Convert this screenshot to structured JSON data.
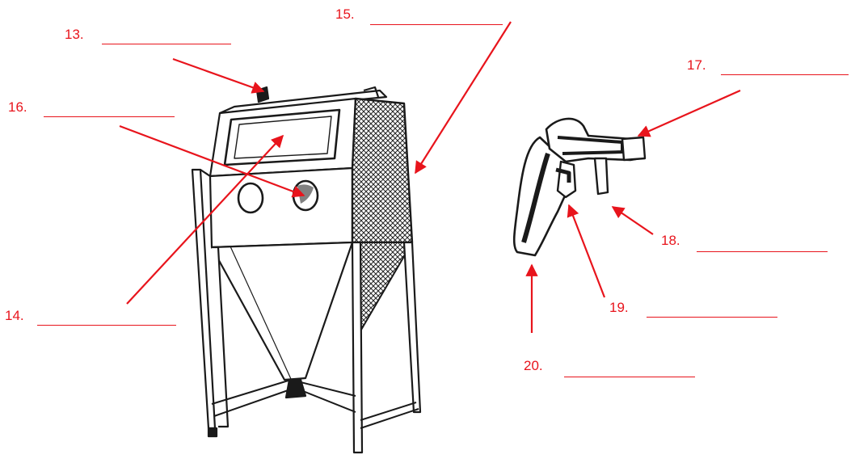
{
  "diagram": {
    "callouts": [
      {
        "id": "c13",
        "number": "13.",
        "target": "cabinet-lid-hinge"
      },
      {
        "id": "c14",
        "number": "14.",
        "target": "viewing-window"
      },
      {
        "id": "c15",
        "number": "15.",
        "target": "side-filter-panel"
      },
      {
        "id": "c16",
        "number": "16.",
        "target": "glove-port"
      },
      {
        "id": "c17",
        "number": "17.",
        "target": "gun-nozzle"
      },
      {
        "id": "c18",
        "number": "18.",
        "target": "media-pickup-tube"
      },
      {
        "id": "c19",
        "number": "19.",
        "target": "trigger"
      },
      {
        "id": "c20",
        "number": "20.",
        "target": "air-inlet-handle"
      }
    ],
    "colors": {
      "accent": "#e8141c",
      "ink": "#1a1a1a"
    }
  }
}
